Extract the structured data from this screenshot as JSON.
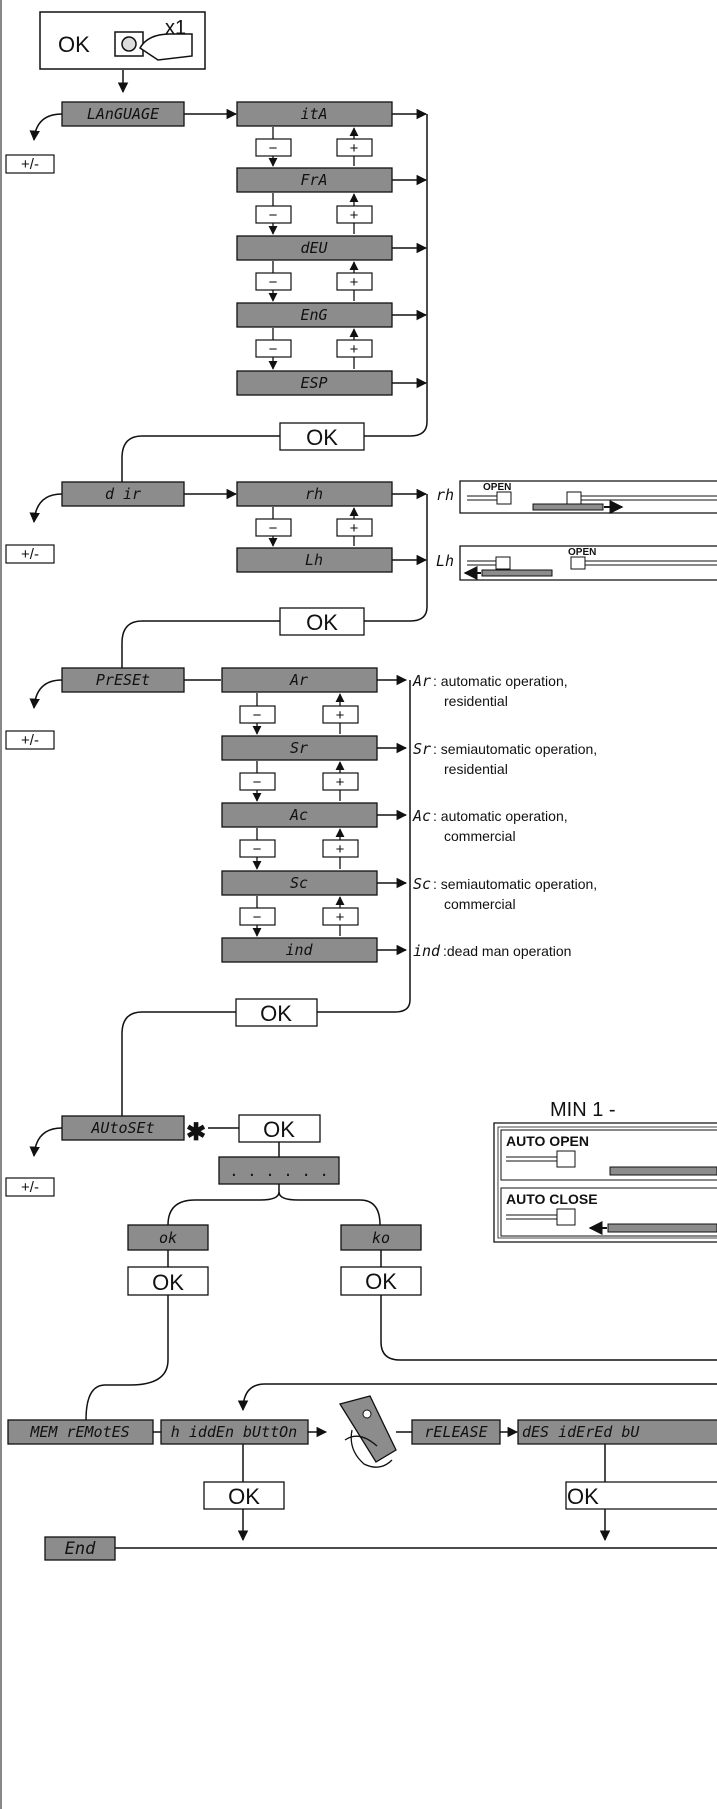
{
  "start": {
    "ok_label": "OK",
    "x1_label": "x1"
  },
  "plusminus": "+/-",
  "minus": "−",
  "plus": "+",
  "ok": "OK",
  "language": {
    "menu": "LAnGUAGE",
    "options": [
      "itA",
      "FrA",
      "dEU",
      "EnG",
      "ESP"
    ]
  },
  "dir": {
    "menu": "d ir",
    "options": [
      "rh",
      "Lh"
    ],
    "tags": [
      "rh",
      "Lh"
    ],
    "open_label": "OPEN"
  },
  "preset": {
    "menu": "PrESEt",
    "options": [
      "Ar",
      "Sr",
      "Ac",
      "Sc",
      "ind"
    ],
    "descriptions": [
      {
        "code": "Ar",
        "line1": ": automatic operation,",
        "line2": "residential"
      },
      {
        "code": "Sr",
        "line1": ": semiautomatic operation,",
        "line2": "residential"
      },
      {
        "code": "Ac",
        "line1": ": automatic operation,",
        "line2": "commercial"
      },
      {
        "code": "Sc",
        "line1": ": semiautomatic operation,",
        "line2": "commercial"
      },
      {
        "code": "ind",
        "line1": ":dead man operation",
        "line2": ""
      }
    ]
  },
  "autoset": {
    "menu": "AUtoSEt",
    "asterisk": "✱",
    "progress": ". . .   . . .",
    "result_ok": "ok",
    "result_ko": "ko",
    "min_label": "MIN 1 -",
    "auto_open": "AUTO OPEN",
    "auto_close": "AUTO CLOSE"
  },
  "remotes": {
    "menu": "MEM rEMotES",
    "hidden_button": "h iddEn bUttOn",
    "release": "rELEASE",
    "desired_button": "dES idErEd bU"
  },
  "end": "End",
  "colors": {
    "lcd_fill": "#8c8c8c",
    "line": "#111111",
    "background": "#ffffff"
  }
}
